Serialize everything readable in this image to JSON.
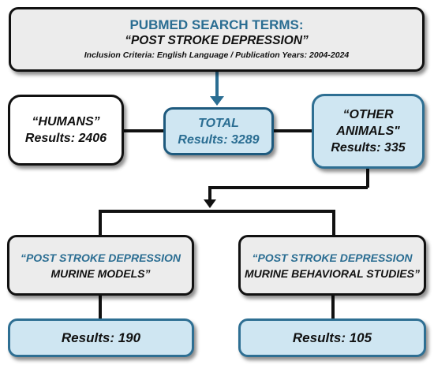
{
  "header": {
    "title": "PUBMED SEARCH TERMS:",
    "query": "“POST STROKE DEPRESSION”",
    "criteria": "Inclusion Criteria: English Language / Publication Years: 2004-2024"
  },
  "humans": {
    "label": "“HUMANS”",
    "results": "Results: 2406"
  },
  "total": {
    "label": "TOTAL",
    "results": "Results: 3289"
  },
  "other_animals": {
    "label_line1": "“OTHER",
    "label_line2": "ANIMALS\"",
    "results": "Results: 335"
  },
  "murine_models": {
    "line1": "“POST STROKE DEPRESSION",
    "line2": "MURINE MODELS”",
    "results": "Results: 190"
  },
  "murine_behavioral": {
    "line1": "“POST STROKE DEPRESSION",
    "line2": "MURINE BEHAVIORAL STUDIES”",
    "results": "Results: 105"
  },
  "colors": {
    "accent": "#2a6d92",
    "box_blue": "#cfe6f2",
    "box_gray": "#ececec",
    "border": "#111111"
  }
}
